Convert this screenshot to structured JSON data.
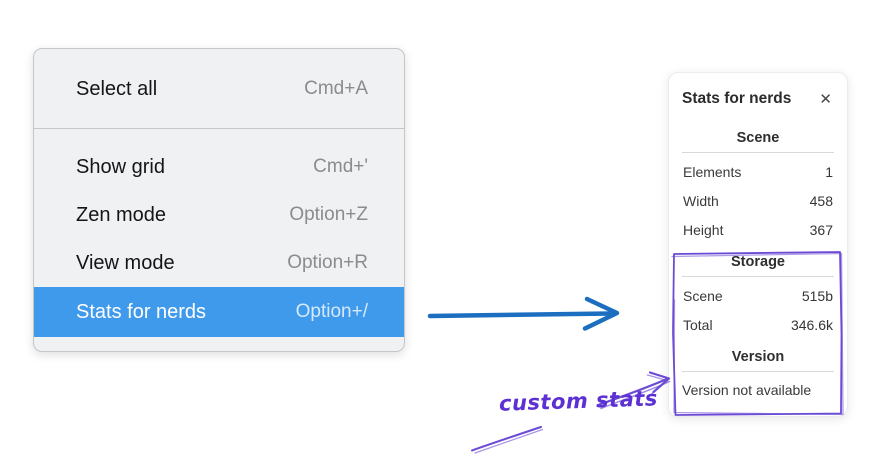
{
  "colors": {
    "menu_highlight": "#3f9aec",
    "menu_background": "#f0f1f2",
    "flow_arrow_blue": "#1c6fc0",
    "annotation_purple": "#6c4bd4",
    "annotation_text_purple": "#5c30d2"
  },
  "menu": {
    "items": [
      {
        "label": "Select all",
        "shortcut": "Cmd+A",
        "highlighted": false
      },
      {
        "label": "Show grid",
        "shortcut": "Cmd+'",
        "highlighted": false
      },
      {
        "label": "Zen mode",
        "shortcut": "Option+Z",
        "highlighted": false
      },
      {
        "label": "View mode",
        "shortcut": "Option+R",
        "highlighted": false
      },
      {
        "label": "Stats for nerds",
        "shortcut": "Option+/",
        "highlighted": true
      }
    ]
  },
  "stats_panel": {
    "title": "Stats for nerds",
    "close_icon": "✕",
    "sections": [
      {
        "heading": "Scene",
        "rows": [
          {
            "label": "Elements",
            "value": "1"
          },
          {
            "label": "Width",
            "value": "458"
          },
          {
            "label": "Height",
            "value": "367"
          }
        ]
      },
      {
        "heading": "Storage",
        "rows": [
          {
            "label": "Scene",
            "value": "515b"
          },
          {
            "label": "Total",
            "value": "346.6k"
          }
        ]
      },
      {
        "heading": "Version",
        "note": "Version not available"
      }
    ]
  },
  "annotation": {
    "label": "custom stats"
  }
}
